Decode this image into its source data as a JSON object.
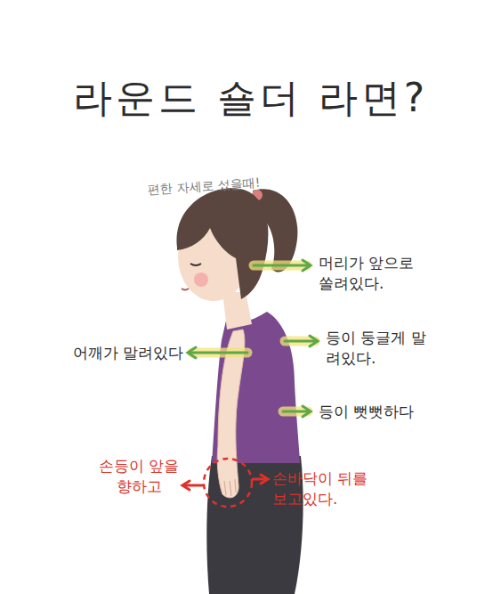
{
  "diagram": {
    "title": "라운드 숄더 라면?",
    "labels": [
      "편한 자세로 섰을때!",
      "머리가 앞으로 쏠려있다.",
      "등이 둥글게 말려있다.",
      "등이 뻣뻣하다",
      "어깨가 말려있다",
      "손등이 앞을향하고",
      "손바닥이 뒤를 보고있다."
    ]
  }
}
